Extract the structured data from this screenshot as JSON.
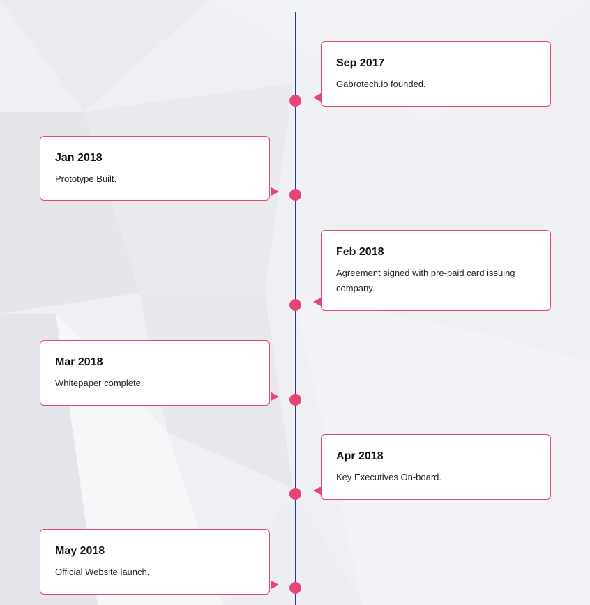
{
  "colors": {
    "line": "#2b3990",
    "accent": "#e6457a",
    "card_bg": "#ffffff"
  },
  "timeline": {
    "items": [
      {
        "date": "Sep 2017",
        "text": "Gabrotech.io founded.",
        "side": "right"
      },
      {
        "date": "Jan 2018",
        "text": "Prototype Built.",
        "side": "left"
      },
      {
        "date": "Feb 2018",
        "text": "Agreement signed with pre-paid card issuing company.",
        "side": "right"
      },
      {
        "date": "Mar 2018",
        "text": "Whitepaper complete.",
        "side": "left"
      },
      {
        "date": "Apr 2018",
        "text": "Key Executives On-board.",
        "side": "right"
      },
      {
        "date": "May 2018",
        "text": "Official Website launch.",
        "side": "left"
      }
    ]
  }
}
